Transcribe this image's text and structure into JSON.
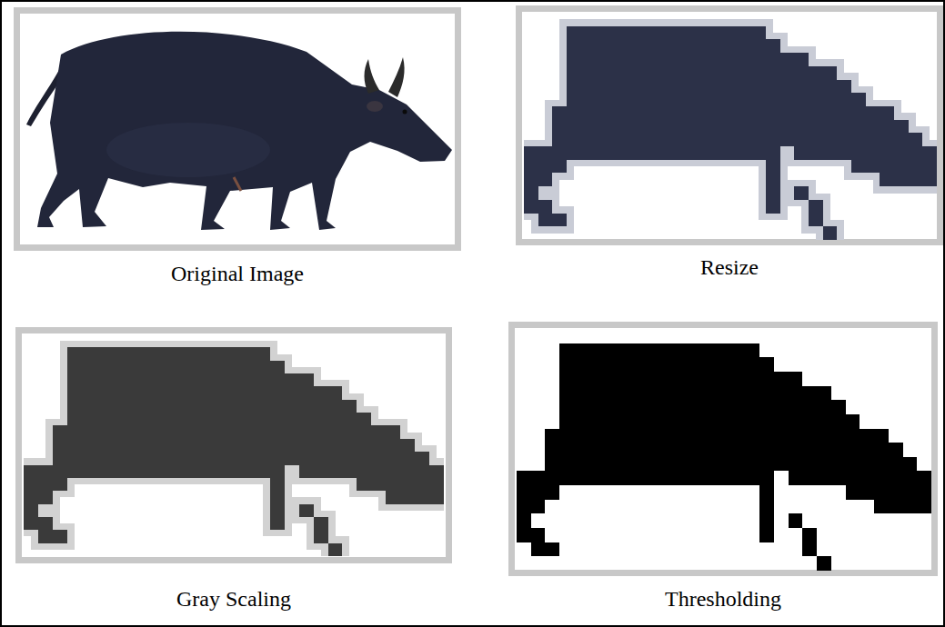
{
  "diagram": {
    "labels": [
      "Original Image",
      "Resize",
      "Gray Scaling",
      "Thresholding"
    ]
  }
}
